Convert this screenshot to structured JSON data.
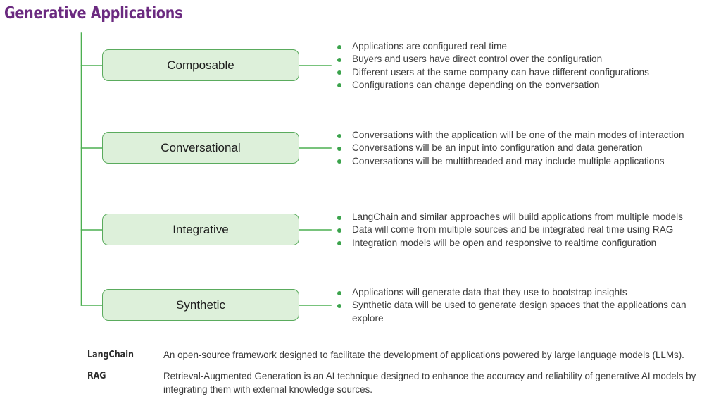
{
  "page": {
    "title": "Generative Applications",
    "title_color": "#6b2a80",
    "background": "#ffffff"
  },
  "theme": {
    "node_fill": "#ddf0da",
    "node_border": "#5aab5d",
    "connector_color": "#4caf50",
    "bullet_color": "#3ba34c",
    "body_text_color": "#3d3d3d"
  },
  "diagram": {
    "type": "tree",
    "root_label": "Generative Applications",
    "branches": [
      {
        "node": "Composable",
        "bullets": [
          "Applications are configured real time",
          "Buyers and users have direct control over the configuration",
          "Different users at the same company can have different configurations",
          "Configurations can change depending on the conversation"
        ]
      },
      {
        "node": "Conversational",
        "bullets": [
          "Conversations with the application will be one of the main modes of interaction",
          "Conversations will be an input into configuration and data generation",
          "Conversations will be multithreaded and may include multiple applications"
        ]
      },
      {
        "node": "Integrative",
        "bullets": [
          "LangChain and similar approaches will build applications from multiple models",
          "Data will come from multiple sources and be integrated real time using RAG",
          "Integration models will be open and responsive to realtime configuration"
        ]
      },
      {
        "node": "Synthetic",
        "bullets": [
          "Applications will generate data that they use to bootstrap insights",
          "Synthetic data will be used to generate design spaces that the applications can explore"
        ]
      }
    ]
  },
  "glossary": [
    {
      "term": "LangChain",
      "definition": "An open-source framework designed to facilitate the development of applications powered by large language models (LLMs)."
    },
    {
      "term": "RAG",
      "definition": "Retrieval-Augmented Generation is an AI technique designed to enhance the accuracy and reliability of generative AI models by integrating them with external knowledge sources."
    }
  ]
}
